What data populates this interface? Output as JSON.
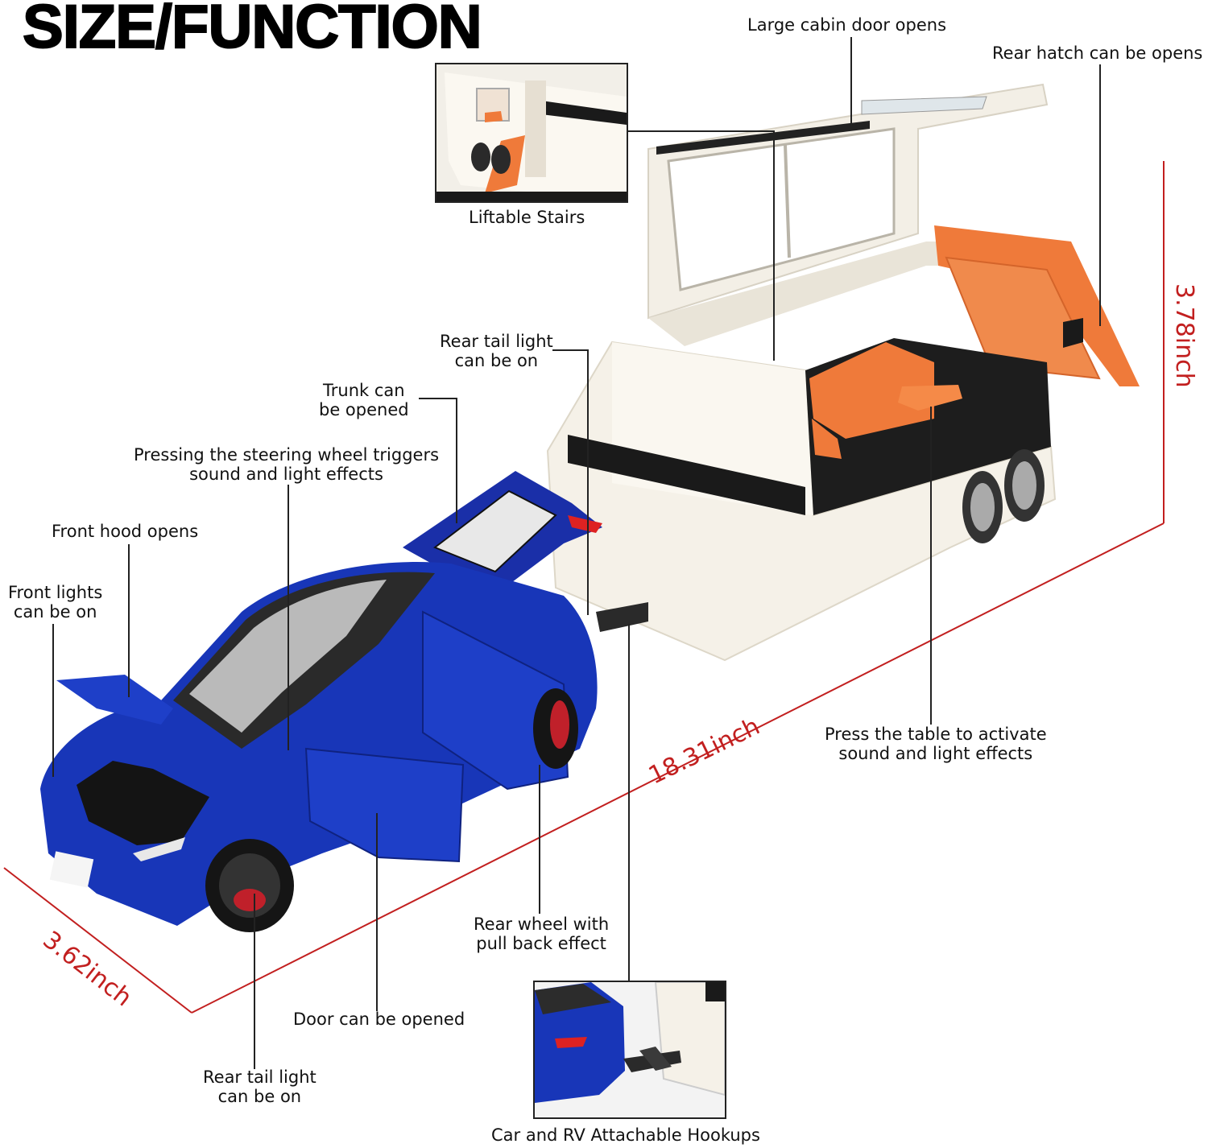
{
  "title": "SIZE/FUNCTION",
  "colors": {
    "dimension": "#c21f1f",
    "car_body": "#1836b8",
    "trailer_body": "#f4f0e6",
    "accent_orange": "#ef7a3a"
  },
  "dimensions": {
    "length": "18.31inch",
    "width": "3.62inch",
    "height": "3.78inch"
  },
  "insets": {
    "stairs_caption": "Liftable Stairs",
    "hookup_caption": "Car and RV Attachable Hookups"
  },
  "labels": {
    "cabin_door": "Large cabin door opens",
    "rear_hatch": "Rear hatch can be opens",
    "rv_tail_light_1": "Rear tail light",
    "rv_tail_light_2": "can be on",
    "trunk_1": "Trunk can",
    "trunk_2": "be opened",
    "steering_1": "Pressing the steering wheel triggers",
    "steering_2": "sound and light effects",
    "front_hood": "Front hood opens",
    "front_lights_1": "Front lights",
    "front_lights_2": "can be on",
    "table_1": "Press the table to activate",
    "table_2": "sound and light effects",
    "rear_wheel_1": "Rear wheel with",
    "rear_wheel_2": "pull back effect",
    "door": "Door can be opened",
    "car_tail_light_1": "Rear tail light",
    "car_tail_light_2": "can be on"
  }
}
